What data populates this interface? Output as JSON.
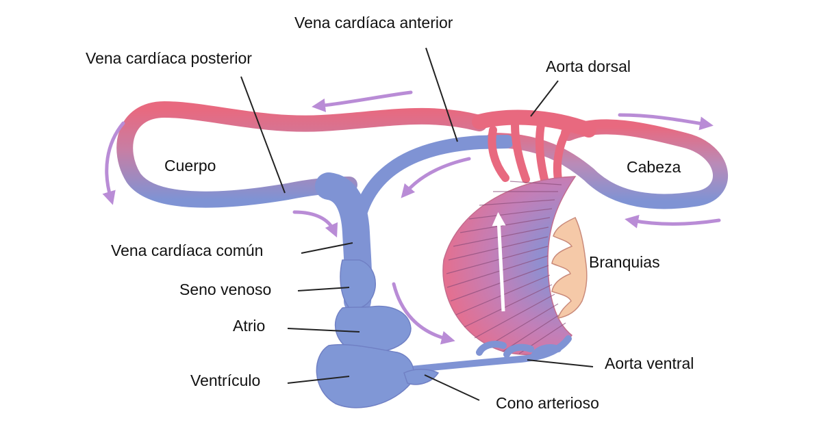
{
  "labels": {
    "vena_cardiaca_anterior": "Vena cardíaca anterior",
    "vena_cardiaca_posterior": "Vena cardíaca posterior",
    "aorta_dorsal": "Aorta dorsal",
    "cuerpo": "Cuerpo",
    "cabeza": "Cabeza",
    "vena_cardiaca_comun": "Vena cardíaca común",
    "branquias": "Branquias",
    "seno_venoso": "Seno venoso",
    "atrio": "Atrio",
    "aorta_ventral": "Aorta ventral",
    "ventriculo": "Ventrículo",
    "cono_arterioso": "Cono arterioso"
  },
  "colors": {
    "oxygenated": "#e8697f",
    "deoxygenated": "#7f93d4",
    "gill_tissue": "#f5c9a8",
    "flow_arrows": "#b98cd6",
    "leader_lines": "#222222"
  }
}
